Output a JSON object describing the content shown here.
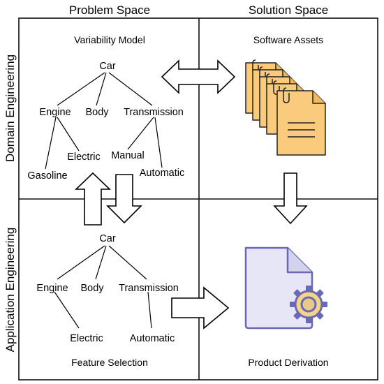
{
  "headers": {
    "problem": "Problem Space",
    "solution": "Solution Space",
    "domain": "Domain Engineering",
    "application": "Application Engineering"
  },
  "quadrants": {
    "variability_model": "Variability Model",
    "software_assets": "Software Assets",
    "feature_selection": "Feature Selection",
    "product_derivation": "Product Derivation"
  },
  "domain_tree": {
    "root": "Car",
    "engine": "Engine",
    "body": "Body",
    "transmission": "Transmission",
    "electric": "Electric",
    "gasoline": "Gasoline",
    "manual": "Manual",
    "automatic": "Automatic"
  },
  "application_tree": {
    "root": "Car",
    "engine": "Engine",
    "body": "Body",
    "transmission": "Transmission",
    "electric": "Electric",
    "automatic": "Automatic"
  },
  "colors": {
    "grid": "#111111",
    "doc_fill": "#fbcb7d",
    "doc_stroke": "#222222",
    "product_doc_fill": "#e6e6f7",
    "product_doc_stroke": "#6a69b6",
    "gear_fill": "#f5d389",
    "gear_stroke": "#6a69b6"
  },
  "icons": [
    "double-arrow-icon",
    "document-stack-icon",
    "down-arrow-icon",
    "up-down-arrows-icon",
    "right-arrow-icon",
    "product-document-icon",
    "gear-icon"
  ]
}
